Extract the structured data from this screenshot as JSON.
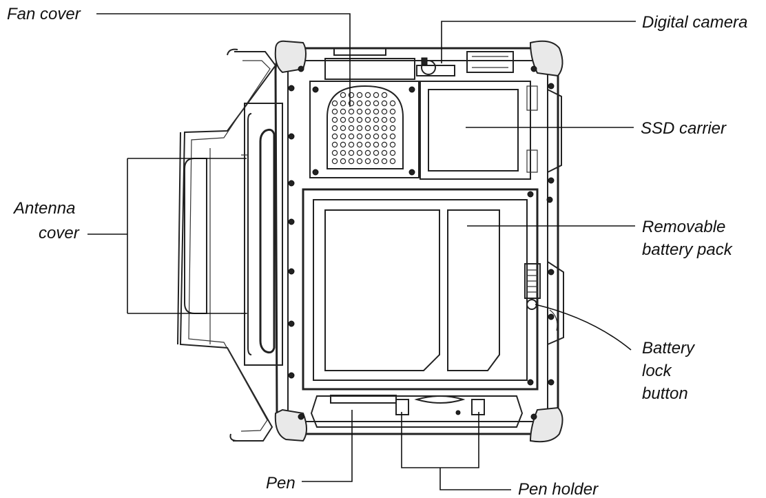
{
  "diagram": {
    "labels": {
      "fan_cover": "Fan cover",
      "digital_camera": "Digital camera",
      "ssd_carrier": "SSD carrier",
      "antenna_cover_line1": "Antenna",
      "antenna_cover_line2": "cover",
      "removable_battery_line1": "Removable",
      "removable_battery_line2": "battery pack",
      "battery_lock_line1": "Battery",
      "battery_lock_line2": "lock",
      "battery_lock_line3": "button",
      "pen": "Pen",
      "pen_holder": "Pen holder"
    }
  }
}
